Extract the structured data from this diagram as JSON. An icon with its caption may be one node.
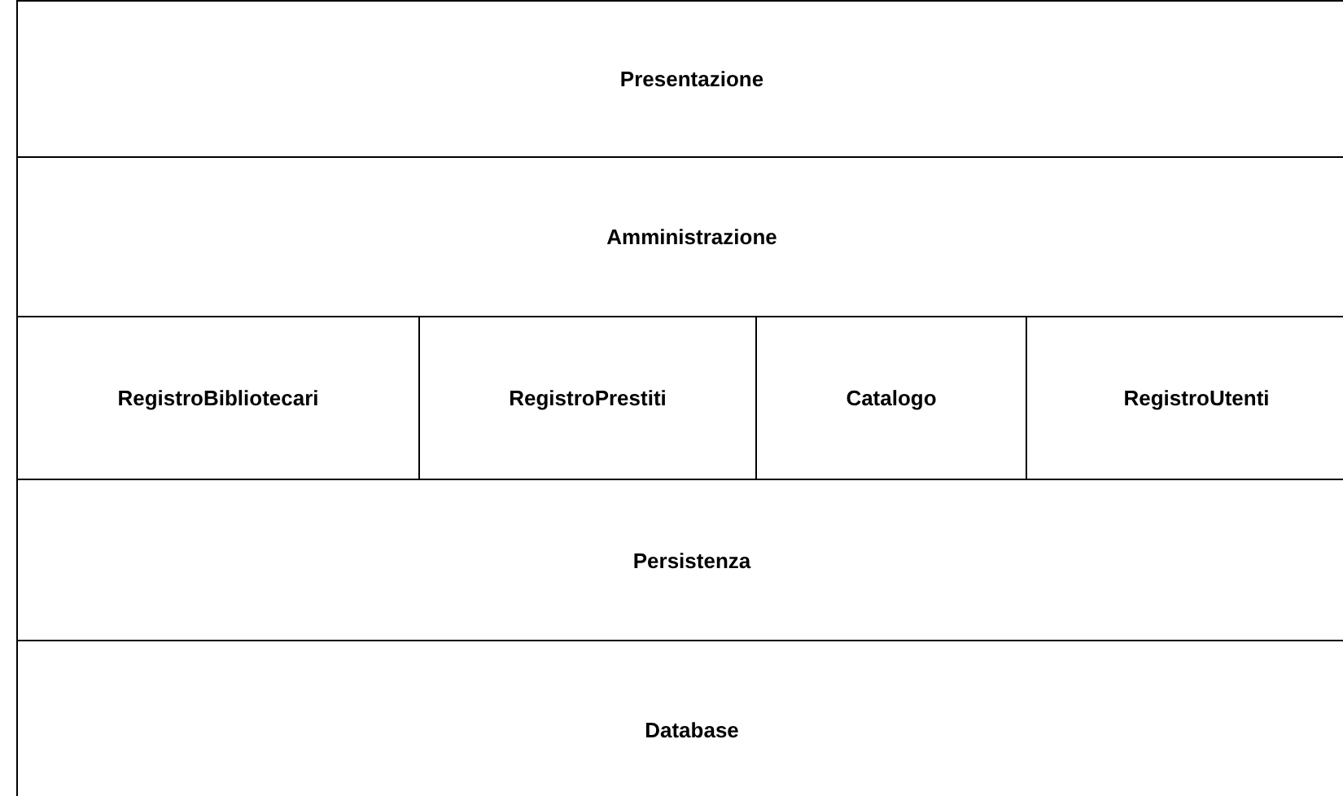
{
  "diagram": {
    "nodes": [
      {
        "text": [
          "Presentazione"
        ]
      },
      {
        "text": [
          "Amministrazione"
        ]
      },
      {
        "text": [
          "RegistroBibliotecari"
        ]
      },
      {
        "text": [
          "RegistroPrestiti"
        ]
      },
      {
        "text": [
          "Catalogo"
        ]
      },
      {
        "text": [
          "RegistroUtenti"
        ]
      },
      {
        "text": [
          "Persistenza"
        ]
      },
      {
        "text": [
          "Database"
        ]
      }
    ]
  }
}
